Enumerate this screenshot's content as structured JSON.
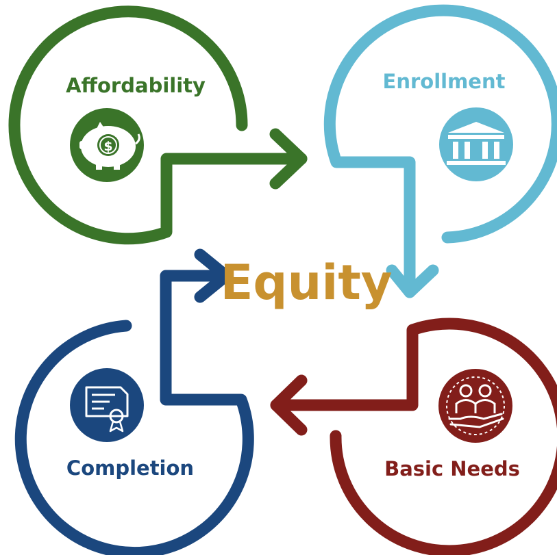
{
  "center": {
    "label": "Equity",
    "color": "#C8912F"
  },
  "nodes": {
    "affordability": {
      "label": "Affordability",
      "color": "#3A7429",
      "icon": "piggy-bank-dollar-icon"
    },
    "enrollment": {
      "label": "Enrollment",
      "color": "#62B9D2",
      "icon": "institution-building-icon"
    },
    "basic_needs": {
      "label": "Basic Needs",
      "color": "#821E1A",
      "icon": "people-in-hand-icon"
    },
    "completion": {
      "label": "Completion",
      "color": "#1B477E",
      "icon": "certificate-icon"
    }
  }
}
